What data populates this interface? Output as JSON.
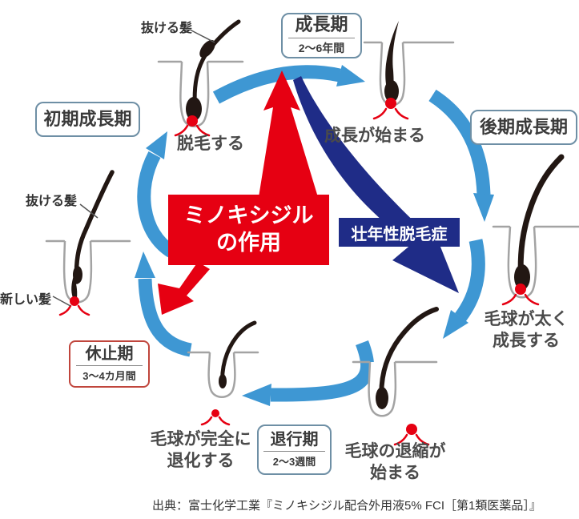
{
  "diagram": {
    "phase_boxes": {
      "growth": {
        "label": "成長期",
        "duration": "2〜6年間"
      },
      "early_growth": {
        "label": "初期成長期"
      },
      "late_growth": {
        "label": "後期成長期"
      },
      "rest": {
        "label": "休止期",
        "duration": "3〜4カ月間"
      },
      "regression": {
        "label": "退行期",
        "duration": "2〜3週間"
      }
    },
    "callouts": {
      "minoxidil": {
        "line1": "ミノキシジル",
        "line2": "の作用"
      },
      "alopecia": {
        "label": "壮年性脱毛症"
      }
    },
    "stage_labels": {
      "shedding": "脱毛する",
      "growth_starts": "成長が始まる",
      "bulb_thickens_1": "毛球が太く",
      "bulb_thickens_2": "成長する",
      "bulb_regression_1": "毛球の退縮が",
      "bulb_regression_2": "始まる",
      "bulb_degenerates_1": "毛球が完全に",
      "bulb_degenerates_2": "退化する"
    },
    "hair_labels": {
      "falling_hair_top": "抜ける髪",
      "falling_hair_left": "抜ける髪",
      "new_hair": "新しい髪"
    },
    "source": "出典：富士化学工業『ミノキシジル配合外用液5% FCI［第1類医薬品］』",
    "colors": {
      "cycle_arrow": "#3E97D3",
      "accent_red": "#E60012",
      "navy": "#1F2C87",
      "box_border": "#6E8FA5",
      "rest_box_border": "#C0453C",
      "text_dark": "#4A4A4A",
      "follicle_outline": "#A3A3A3",
      "hair": "#221713",
      "caption_text": "#333333"
    }
  }
}
